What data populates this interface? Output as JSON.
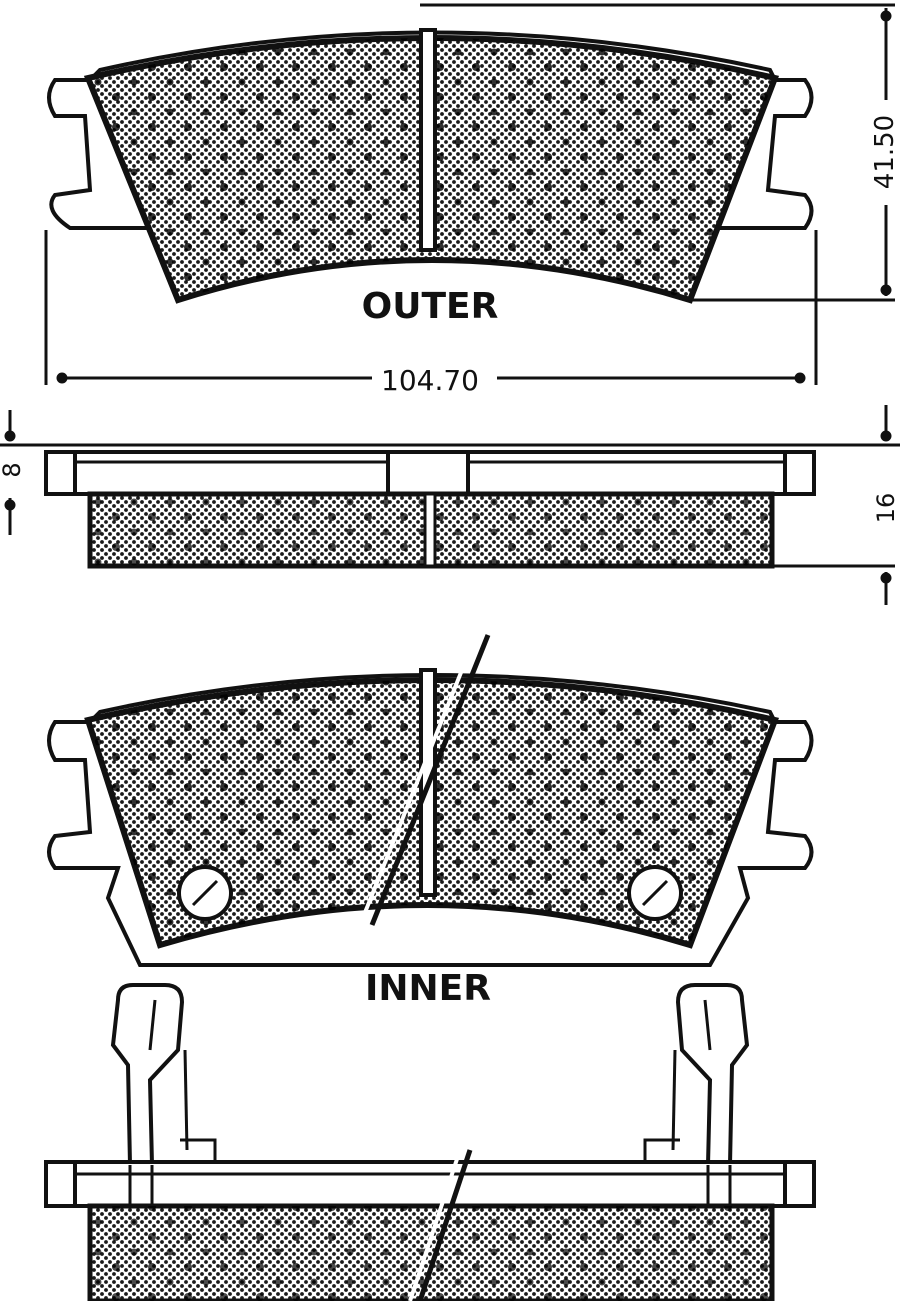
{
  "labels": {
    "outer": "OUTER",
    "inner": "INNER"
  },
  "dimensions": {
    "width": "104.70",
    "height": "41.50",
    "backplate_thickness": "8",
    "total_thickness": "16"
  },
  "colors": {
    "line": "#111111",
    "background": "#ffffff",
    "friction_fill": "#2a2a2a"
  }
}
